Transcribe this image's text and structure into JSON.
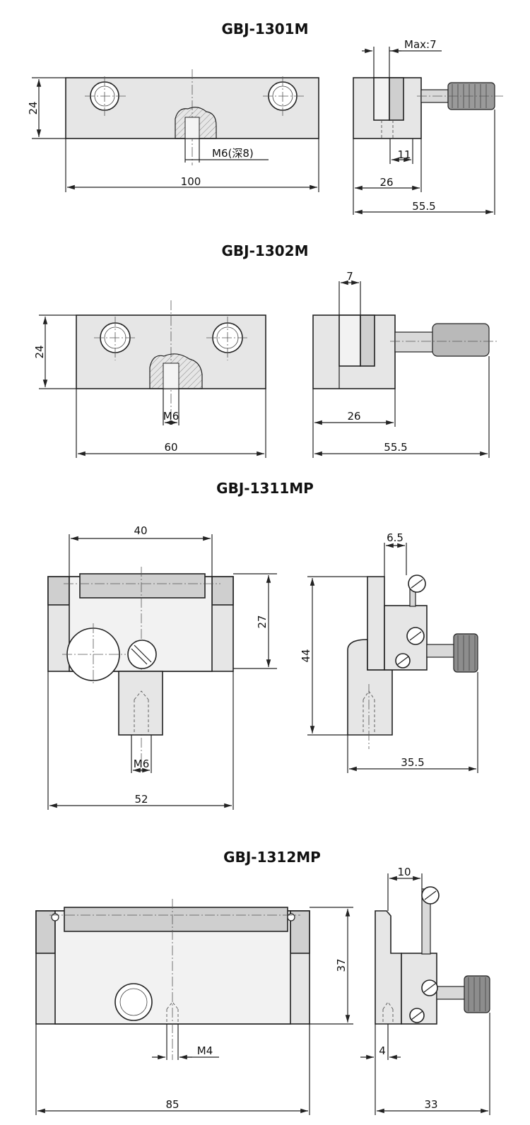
{
  "models": [
    {
      "title": "GBJ-1301M",
      "dims": {
        "height": "24",
        "thread": "M6(深8)",
        "length": "100",
        "jaw": "Max:7",
        "side_a": "11",
        "side_b": "26",
        "total": "55.5"
      }
    },
    {
      "title": "GBJ-1302M",
      "dims": {
        "height": "24",
        "thread": "M6",
        "length": "60",
        "jaw": "7",
        "side_b": "26",
        "total": "55.5"
      }
    },
    {
      "title": "GBJ-1311MP",
      "dims": {
        "top": "40",
        "height": "27",
        "thread": "M6",
        "length": "52",
        "jaw": "6.5",
        "side_h": "44",
        "total": "35.5"
      }
    },
    {
      "title": "GBJ-1312MP",
      "dims": {
        "height": "37",
        "thread": "M4",
        "length": "85",
        "jaw": "10",
        "offset": "4",
        "total": "33"
      }
    }
  ]
}
